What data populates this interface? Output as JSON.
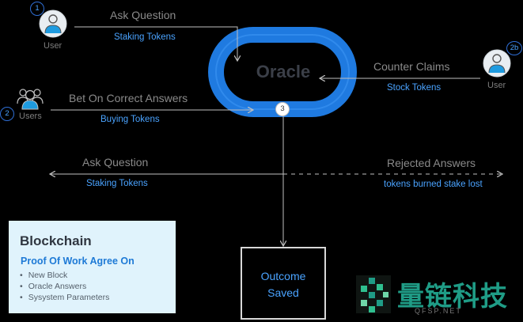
{
  "actors": {
    "user1": {
      "number": "1",
      "label": "User"
    },
    "users2": {
      "number": "2",
      "label": "Users"
    },
    "user2b": {
      "number": "2b",
      "label": "User"
    }
  },
  "oracle": {
    "label": "Oracle",
    "number": "3"
  },
  "flows": {
    "ask_question_top": {
      "label": "Ask Question",
      "sub": "Staking Tokens"
    },
    "bet": {
      "label": "Bet On Correct Answers",
      "sub": "Buying Tokens"
    },
    "counter": {
      "label": "Counter Claims",
      "sub": "Stock Tokens"
    },
    "ask_question_bottom": {
      "label": "Ask Question",
      "sub": "Staking Tokens"
    },
    "rejected": {
      "label": "Rejected Answers",
      "sub": "tokens burned stake lost"
    }
  },
  "outcome": {
    "line1": "Outcome",
    "line2": "Saved"
  },
  "blockchain": {
    "title": "Blockchain",
    "subtitle": "Proof Of Work Agree On",
    "items": [
      "New Block",
      "Oracle Answers",
      "Sysystem Parameters"
    ]
  },
  "watermark": {
    "text": "量链科技",
    "sub": "QFSP.NET"
  },
  "colors": {
    "accent": "#4aa3ff",
    "ring": "#1f7ae0",
    "panel": "#e0f3fc",
    "watermark": "#1f9c86"
  }
}
